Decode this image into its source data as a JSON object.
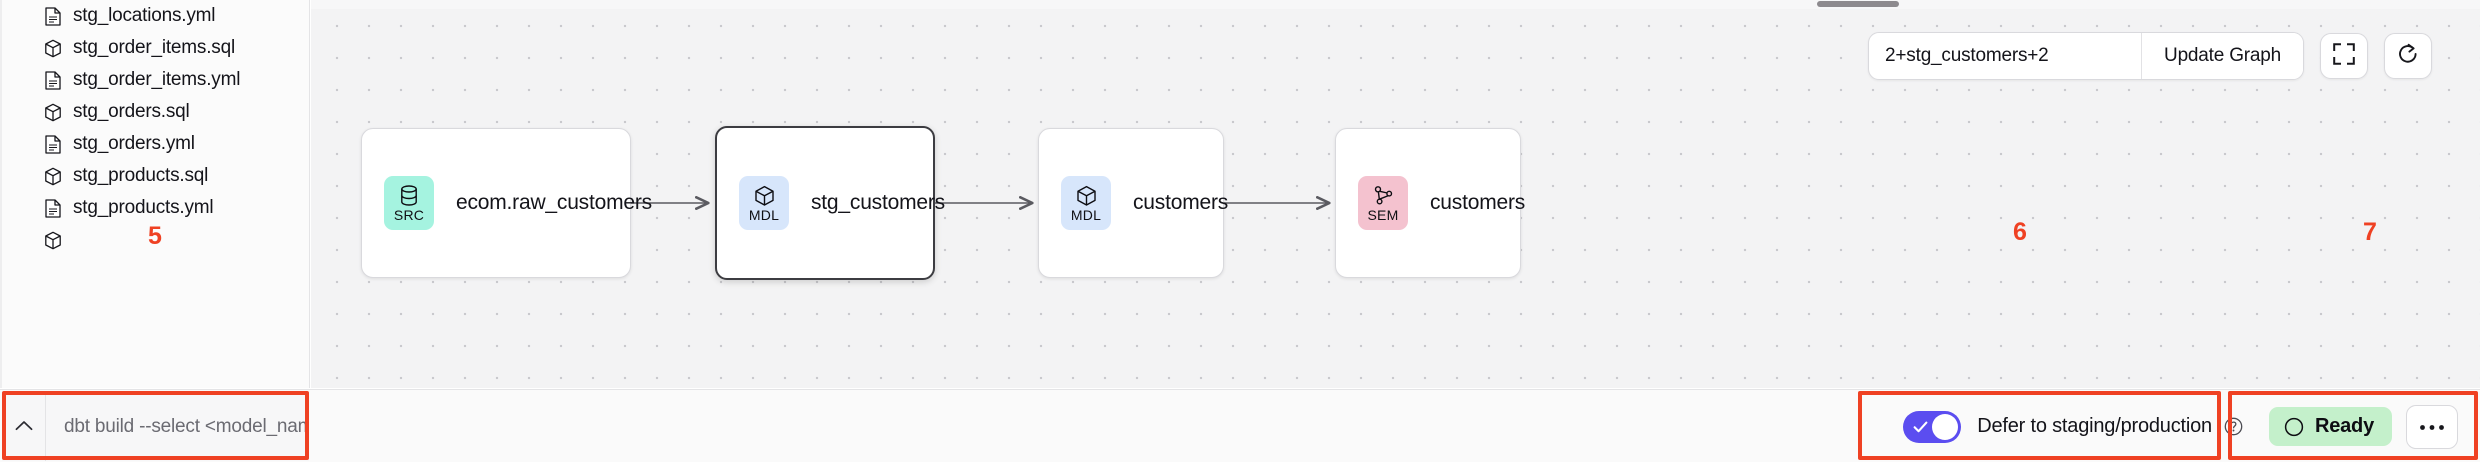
{
  "sidebar": {
    "files": [
      {
        "label": "stg_locations.yml",
        "icon": "file-yml-icon",
        "type": "yml"
      },
      {
        "label": "stg_order_items.sql",
        "icon": "cube-sql-icon",
        "type": "sql"
      },
      {
        "label": "stg_order_items.yml",
        "icon": "file-yml-icon",
        "type": "yml"
      },
      {
        "label": "stg_orders.sql",
        "icon": "cube-sql-icon",
        "type": "sql"
      },
      {
        "label": "stg_orders.yml",
        "icon": "file-yml-icon",
        "type": "yml"
      },
      {
        "label": "stg_products.sql",
        "icon": "cube-sql-icon",
        "type": "sql"
      },
      {
        "label": "stg_products.yml",
        "icon": "file-yml-icon",
        "type": "yml"
      }
    ]
  },
  "graph": {
    "toolbar": {
      "selector_value": "2+stg_customers+2",
      "selector_placeholder": "2+stg_customers+2",
      "update_label": "Update Graph",
      "fullscreen_icon": "fullscreen-icon",
      "refresh_icon": "refresh-icon"
    },
    "nodes": [
      {
        "id": "src-ecom-raw-customers",
        "badge": "SRC",
        "badge_icon": "database-icon",
        "label": "ecom.raw_customers",
        "badge_color": "#a5f3e0",
        "selected": false
      },
      {
        "id": "mdl-stg-customers",
        "badge": "MDL",
        "badge_icon": "cube-icon",
        "label": "stg_customers",
        "badge_color": "#d7e6fb",
        "selected": true
      },
      {
        "id": "mdl-customers",
        "badge": "MDL",
        "badge_icon": "cube-icon",
        "label": "customers",
        "badge_color": "#d7e6fb",
        "selected": false
      },
      {
        "id": "sem-customers",
        "badge": "SEM",
        "badge_icon": "network-icon",
        "label": "customers",
        "badge_color": "#f4c2cf",
        "selected": false
      }
    ]
  },
  "bottom": {
    "collapse_icon": "chevron-up-icon",
    "command_value": "",
    "command_placeholder": "dbt build --select <model_name>",
    "defer_label": "Defer to staging/production",
    "defer_help_icon": "help-circle-icon",
    "defer_enabled": true,
    "defer_color": "#5b4df0",
    "status_label": "Ready",
    "status_color": "#c4f0cb",
    "more_icon": "ellipsis-icon"
  },
  "annotations": {
    "color": "#ef4123",
    "items": [
      {
        "number": "5"
      },
      {
        "number": "6"
      },
      {
        "number": "7"
      }
    ]
  }
}
